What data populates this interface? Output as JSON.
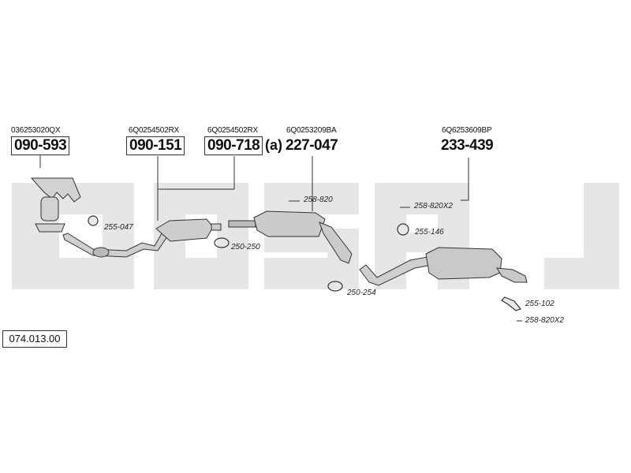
{
  "parts": [
    {
      "oem": "036253020QX",
      "code": "090-593"
    },
    {
      "oem": "6Q0254502RX",
      "code": "090-151"
    },
    {
      "oem": "6Q0254502RX",
      "code": "090-718",
      "suffix": "(a)"
    },
    {
      "oem": "6Q0253209BA",
      "code": "227-047"
    },
    {
      "oem": "6Q6253609BP",
      "code": "233-439"
    }
  ],
  "refs": [
    "258-820",
    "258-820X2",
    "255-047",
    "255-146",
    "250-250",
    "250-254",
    "255-102",
    "258-820X2"
  ],
  "catalog_number": "074.013.00",
  "watermark_text": "BOSAL",
  "colors": {
    "watermark": "#e4e4e4",
    "line": "#333333",
    "pipe": "#c8c8c8",
    "text": "#111111"
  }
}
